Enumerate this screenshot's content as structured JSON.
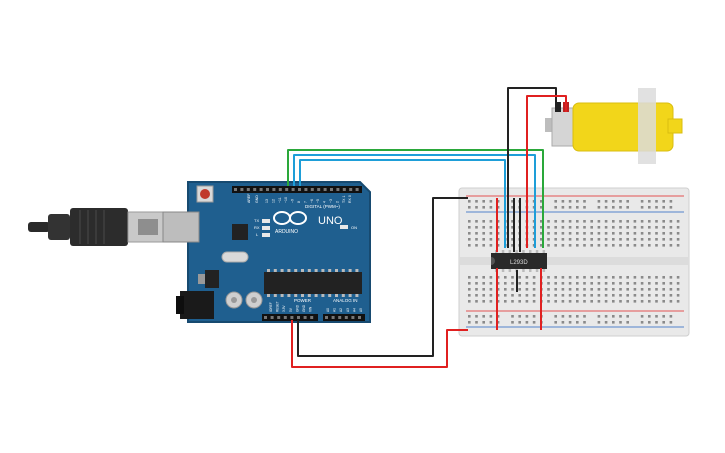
{
  "arduino": {
    "uno_label": "UNO",
    "brand_label": "ARDUINO",
    "digital_label": "DIGITAL (PWM~)",
    "power_label": "POWER",
    "analog_label": "ANALOG IN",
    "tx_label": "TX",
    "rx_label": "RX",
    "l_label": "L",
    "on_label": "ON",
    "aref_label": "AREF",
    "gnd_label": "GND",
    "digital_pins": [
      "13",
      "12",
      "~11",
      "~10",
      "~9",
      "8",
      "7",
      "~6",
      "~5",
      "4",
      "~3",
      "2",
      "TX 1",
      "RX 0"
    ],
    "power_pins": [
      "IOREF",
      "RESET",
      "3.3V",
      "5V",
      "GND",
      "GND",
      "VIN"
    ],
    "analog_pins": [
      "A0",
      "A1",
      "A2",
      "A3",
      "A4",
      "A5"
    ]
  },
  "ic": {
    "label": "L293D"
  },
  "colors": {
    "board": "#1f5f8f",
    "board_edge": "#174a70",
    "breadboard": "#e9e9e9",
    "wire_red": "#e02020",
    "wire_black": "#222222",
    "wire_blue": "#1e9ed8",
    "wire_green": "#2aa83a",
    "motor_yellow": "#f2d61a"
  }
}
